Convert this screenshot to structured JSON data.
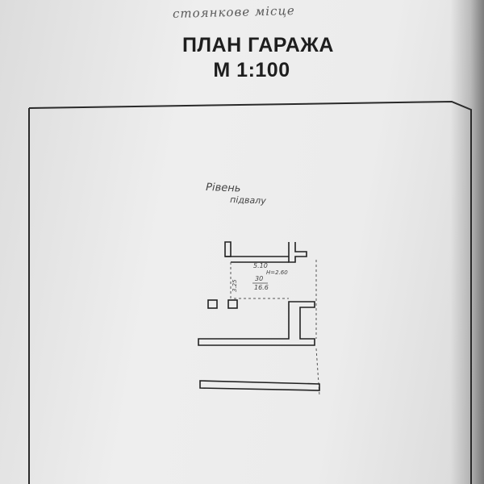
{
  "handwritten_note": "стоянкове місце",
  "title": "ПЛАН ГАРАЖА",
  "scale": "М 1:100",
  "level_label_line1": "Рівень",
  "level_label_line2": "підвалу",
  "room": {
    "length_label": "5.10",
    "height_label": "Н=2.60",
    "number_label": "30",
    "area_label": "16.6",
    "width_label": "3.25"
  }
}
